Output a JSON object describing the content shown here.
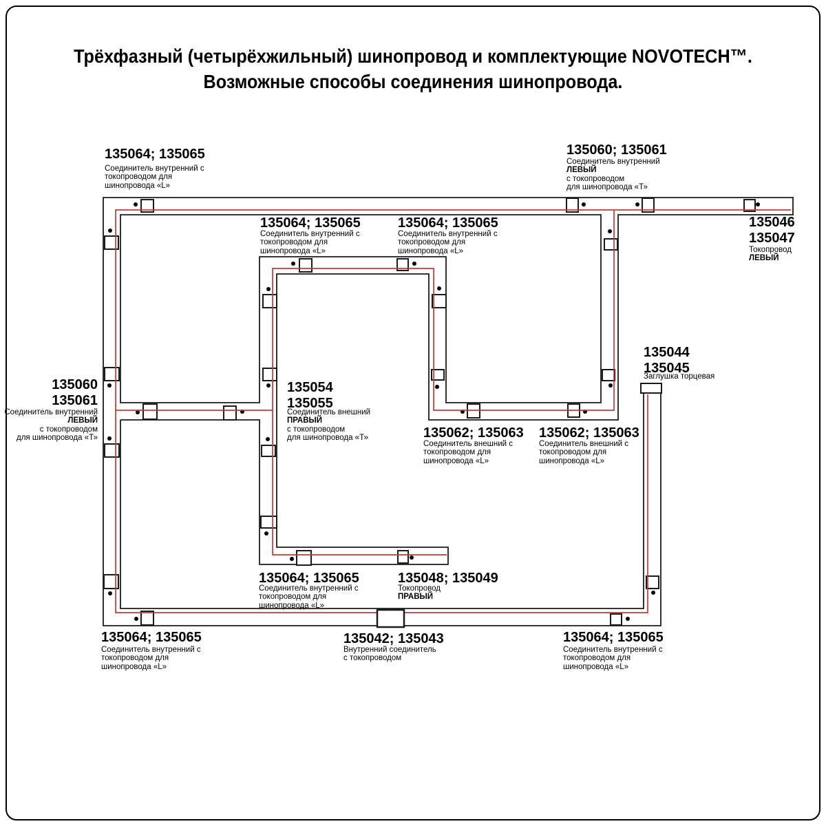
{
  "title": {
    "line1": "Трёхфазный (четырёхжильный) шинопровод и комплектующие NOVOTECH™.",
    "line2": "Возможные способы соединения шинопровода."
  },
  "colors": {
    "track_outline": "#1a1a1a",
    "conductor": "#c43a32",
    "background": "#ffffff"
  },
  "labels": [
    {
      "code": "135064; 135065",
      "lines": [
        {
          "text": "Соединитель внутренний с"
        },
        {
          "text": "токопроводом для"
        },
        {
          "text": "шинопровода «L»"
        }
      ]
    },
    {
      "code": "135064; 135065",
      "lines": [
        {
          "text": "Соединитель внутренний с"
        },
        {
          "text": "токопроводом для"
        },
        {
          "text": "шинопровода «L»"
        }
      ]
    },
    {
      "code": "135064; 135065",
      "lines": [
        {
          "text": "Соединитель внутренний с"
        },
        {
          "text": "токопроводом для"
        },
        {
          "text": "шинопровода «L»"
        }
      ]
    },
    {
      "code": "135060; 135061",
      "lines": [
        {
          "text": "Соединитель внутренний"
        },
        {
          "text": "ЛЕВЫЙ",
          "bold": true
        },
        {
          "text": "с токопроводом"
        },
        {
          "text": "для шинопровода «Т»"
        }
      ]
    },
    {
      "code1": "135046",
      "code2": "135047",
      "lines": [
        {
          "text": "Токопровод"
        },
        {
          "text": "ЛЕВЫЙ",
          "bold": true
        }
      ]
    },
    {
      "code1": "135060",
      "code2": "135061",
      "lines": [
        {
          "text": "Соединитель внутренний"
        },
        {
          "text": "ЛЕВЫЙ",
          "bold": true
        },
        {
          "text": "с токопроводом"
        },
        {
          "text": "для шинопровода «Т»"
        }
      ]
    },
    {
      "code1": "135054",
      "code2": "135055",
      "lines": [
        {
          "text": "Соединитель внешний"
        },
        {
          "text": "ПРАВЫЙ",
          "bold": true
        },
        {
          "text": "с токопроводом"
        },
        {
          "text": "для шинопровода «Т»"
        }
      ]
    },
    {
      "code1": "135044",
      "code2": "135045",
      "lines": [
        {
          "text": "Заглушка торцевая"
        }
      ]
    },
    {
      "code": "135062; 135063",
      "lines": [
        {
          "text": "Соединитель внешний с"
        },
        {
          "text": "токопроводом для"
        },
        {
          "text": "шинопровода «L»"
        }
      ]
    },
    {
      "code": "135062; 135063",
      "lines": [
        {
          "text": "Соединитель внешний с"
        },
        {
          "text": "токопроводом для"
        },
        {
          "text": "шинопровода «L»"
        }
      ]
    },
    {
      "code": "135064; 135065",
      "lines": [
        {
          "text": "Соединитель внутренний с"
        },
        {
          "text": "токопроводом для"
        },
        {
          "text": "шинопровода «L»"
        }
      ]
    },
    {
      "code": "135048; 135049",
      "lines": [
        {
          "text": "Токопровод"
        },
        {
          "text": "ПРАВЫЙ",
          "bold": true
        }
      ]
    },
    {
      "code": "135064; 135065",
      "lines": [
        {
          "text": "Соединитель внутренний с"
        },
        {
          "text": "токопроводом для"
        },
        {
          "text": "шинопровода «L»"
        }
      ]
    },
    {
      "code": "135042; 135043",
      "lines": [
        {
          "text": "Внутренний соединитель"
        },
        {
          "text": "с токопроводом"
        }
      ]
    },
    {
      "code": "135064; 135065",
      "lines": [
        {
          "text": "Соединитель внутренний с"
        },
        {
          "text": "токопроводом для"
        },
        {
          "text": "шинопровода «L»"
        }
      ]
    }
  ]
}
